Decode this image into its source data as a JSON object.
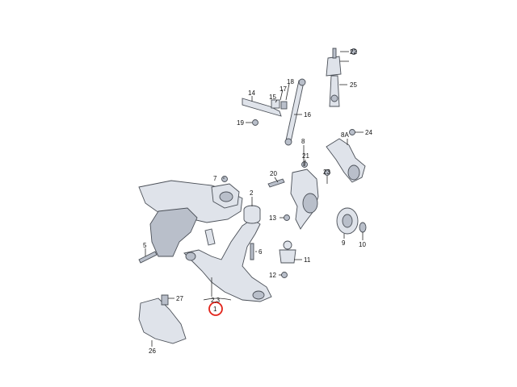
{
  "labels": {
    "l22": "22",
    "l25": "25",
    "l14": "14",
    "l18": "18",
    "l17": "17",
    "l15": "15",
    "l16": "16",
    "l19": "19",
    "l8A": "8A",
    "l24": "24",
    "l8": "8",
    "l21": "21",
    "l7": "7",
    "l20": "20",
    "l23": "23",
    "l2": "2",
    "l13": "13",
    "l9": "9",
    "l10": "10",
    "l5": "5",
    "l6": "6",
    "l11": "11",
    "l12": "12",
    "l27": "27",
    "l23b": "2,3",
    "l1": "1",
    "l26": "26"
  },
  "highlight": {
    "part": "1",
    "color": "#e2231a"
  }
}
